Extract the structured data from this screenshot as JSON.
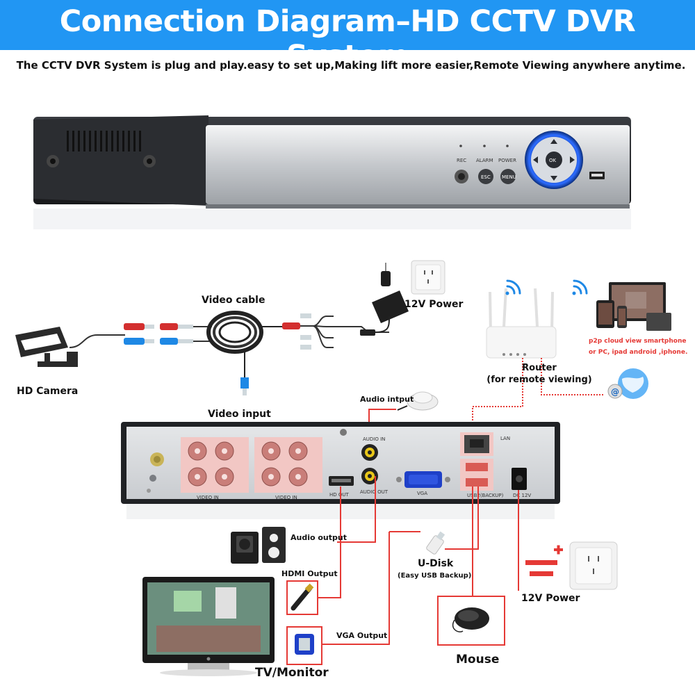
{
  "header": {
    "title": "Connection Diagram–HD CCTV DVR System",
    "subtitle": "The CCTV DVR System is plug and play.easy to set up,Making lift more easier,Remote Viewing anywhere anytime."
  },
  "dvr_front": {
    "rec_label": "REC",
    "alarm_label": "ALARM",
    "power_label": "POWER",
    "esc_label": "ESC",
    "menu_label": "MENU",
    "ok_label": "OK"
  },
  "dvr_rear": {
    "video_in_label": "VIDEO IN",
    "audio_in_label": "AUDIO IN",
    "audio_out_label": "AUDIO OUT",
    "hd_out_label": "HD OUT",
    "vga_label": "VGA",
    "lan_label": "LAN",
    "usb_label": "USB2(BACKUP)",
    "dc_label": "DC 12V"
  },
  "labels": {
    "video_cable": "Video cable",
    "power_top": "12V Power",
    "hd_camera": "HD Camera",
    "video_input": "Video input",
    "audio_input": "Audio intput",
    "router": "Router",
    "router_sub": "(for remote viewing)",
    "p2p_line1": "p2p cloud  view smartphone",
    "p2p_line2": "or PC, ipad android ,iphone.",
    "audio_output": "Audio output",
    "hdmi_output": "HDMI Output",
    "vga_output": "VGA Output",
    "udisk": "U-Disk",
    "udisk_sub": "(Easy USB Backup)",
    "power_bottom": "12V Power",
    "mouse": "Mouse",
    "tv_monitor": "TV/Monitor"
  },
  "colors": {
    "banner": "#2196f3",
    "accent_red": "#e53935",
    "rear_panel": "#cfd3d8",
    "bnc_highlight": "#f2c7c4",
    "control_ring": "#1e5fd8"
  },
  "icons": [
    "cctv-camera-icon",
    "power-adapter-icon",
    "wall-socket-icon",
    "router-icon",
    "wifi-icon",
    "devices-icon",
    "globe-icon",
    "speaker-icon",
    "monitor-icon",
    "hdmi-plug-icon",
    "vga-plug-icon",
    "usb-drive-icon",
    "mouse-icon",
    "microphone-icon",
    "dc-polarity-icon"
  ]
}
